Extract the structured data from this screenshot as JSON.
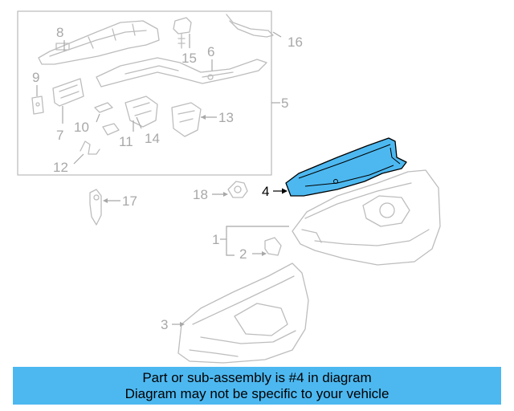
{
  "callouts": {
    "c1": "1",
    "c2": "2",
    "c3": "3",
    "c4": "4",
    "c5": "5",
    "c6": "6",
    "c7": "7",
    "c8": "8",
    "c9": "9",
    "c10": "10",
    "c11": "11",
    "c12": "12",
    "c13": "13",
    "c14": "14",
    "c15": "15",
    "c16": "16",
    "c17": "17",
    "c18": "18"
  },
  "highlight": {
    "callout": "4",
    "color": "#4db8f0"
  },
  "banner": {
    "line1": "Part or sub-assembly is #4 in diagram",
    "line2": "Diagram may not be specific to your vehicle",
    "background": "#4db8f0"
  }
}
